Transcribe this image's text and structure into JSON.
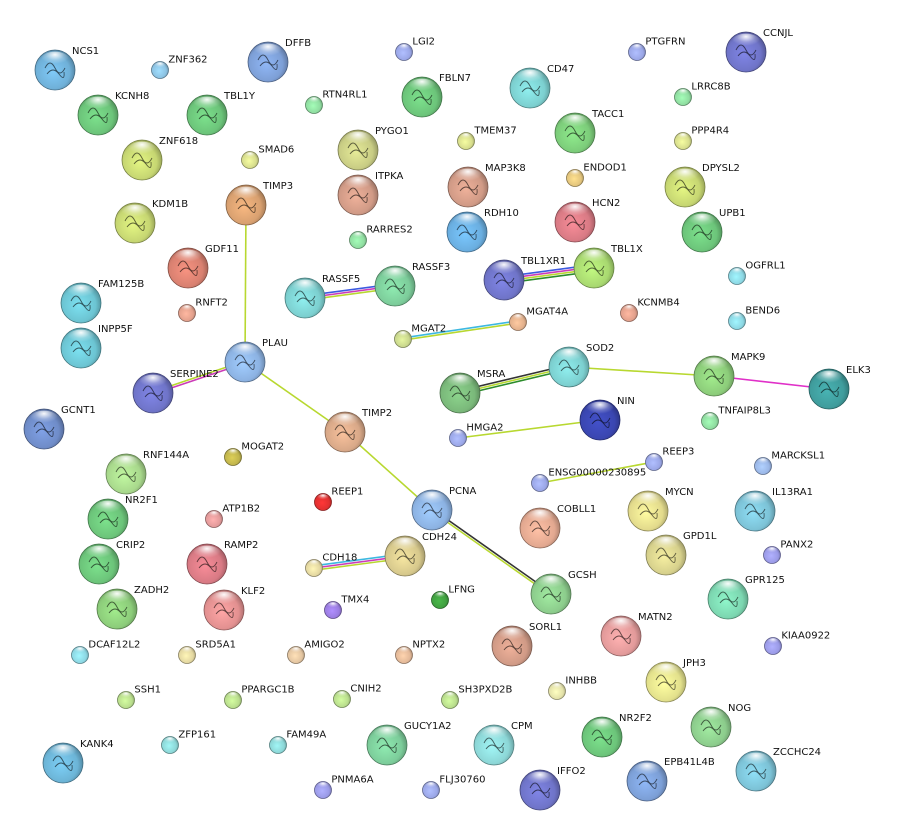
{
  "nodes": [
    {
      "id": "NCS1",
      "label": "NCS1",
      "color": "#6fb0d8",
      "size": "large"
    },
    {
      "id": "ZNF362",
      "label": "ZNF362",
      "color": "#8cc2e2",
      "size": "small"
    },
    {
      "id": "DFFB",
      "label": "DFFB",
      "color": "#7d9fd6",
      "size": "large"
    },
    {
      "id": "LGI2",
      "label": "LGI2",
      "color": "#9aa6e6",
      "size": "small"
    },
    {
      "id": "PTGFRN",
      "label": "PTGFRN",
      "color": "#9aa6e6",
      "size": "small"
    },
    {
      "id": "CCNJL",
      "label": "CCNJL",
      "color": "#6f74c8",
      "size": "large"
    },
    {
      "id": "KCNH8",
      "label": "KCNH8",
      "color": "#6cc47a",
      "size": "large"
    },
    {
      "id": "TBL1Y",
      "label": "TBL1Y",
      "color": "#6cc47a",
      "size": "large"
    },
    {
      "id": "RTN4RL1",
      "label": "RTN4RL1",
      "color": "#8fdca0",
      "size": "small"
    },
    {
      "id": "FBLN7",
      "label": "FBLN7",
      "color": "#6cc47a",
      "size": "large"
    },
    {
      "id": "CD47",
      "label": "CD47",
      "color": "#7ccfcf",
      "size": "large"
    },
    {
      "id": "LRRC8B",
      "label": "LRRC8B",
      "color": "#8fdca0",
      "size": "small"
    },
    {
      "id": "ZNF618",
      "label": "ZNF618",
      "color": "#c6d672",
      "size": "large"
    },
    {
      "id": "SMAD6",
      "label": "SMAD6",
      "color": "#d6dc8c",
      "size": "small"
    },
    {
      "id": "PYGO1",
      "label": "PYGO1",
      "color": "#c8cc84",
      "size": "large"
    },
    {
      "id": "TMEM37",
      "label": "TMEM37",
      "color": "#d6dc8c",
      "size": "small"
    },
    {
      "id": "TACC1",
      "label": "TACC1",
      "color": "#7ccc7a",
      "size": "large"
    },
    {
      "id": "PPP4R4",
      "label": "PPP4R4",
      "color": "#d6dc8c",
      "size": "small"
    },
    {
      "id": "TIMP3",
      "label": "TIMP3",
      "color": "#d8a070",
      "size": "large"
    },
    {
      "id": "ITPKA",
      "label": "ITPKA",
      "color": "#d09a86",
      "size": "large"
    },
    {
      "id": "MAP3K8",
      "label": "MAP3K8",
      "color": "#d09a86",
      "size": "large"
    },
    {
      "id": "ENDOD1",
      "label": "ENDOD1",
      "color": "#e2c47c",
      "size": "small"
    },
    {
      "id": "DPYSL2",
      "label": "DPYSL2",
      "color": "#c6d672",
      "size": "large"
    },
    {
      "id": "KDM1B",
      "label": "KDM1B",
      "color": "#c6d672",
      "size": "large"
    },
    {
      "id": "RDH10",
      "label": "RDH10",
      "color": "#6aaee0",
      "size": "large"
    },
    {
      "id": "HCN2",
      "label": "HCN2",
      "color": "#d87a84",
      "size": "large"
    },
    {
      "id": "UPB1",
      "label": "UPB1",
      "color": "#6cc47a",
      "size": "large"
    },
    {
      "id": "GDF11",
      "label": "GDF11",
      "color": "#d88070",
      "size": "large"
    },
    {
      "id": "RARRES2",
      "label": "RARRES2",
      "color": "#8fdca0",
      "size": "small"
    },
    {
      "id": "TBL1XR1",
      "label": "TBL1XR1",
      "color": "#6f74c8",
      "size": "large"
    },
    {
      "id": "TBL1X",
      "label": "TBL1X",
      "color": "#a8d870",
      "size": "large"
    },
    {
      "id": "OGFRL1",
      "label": "OGFRL1",
      "color": "#8cd6e2",
      "size": "small"
    },
    {
      "id": "FAM125B",
      "label": "FAM125B",
      "color": "#6cc4d2",
      "size": "large"
    },
    {
      "id": "RNFT2",
      "label": "RNFT2",
      "color": "#e2a08c",
      "size": "small"
    },
    {
      "id": "RASSF5",
      "label": "RASSF5",
      "color": "#7ccfcf",
      "size": "large"
    },
    {
      "id": "RASSF3",
      "label": "RASSF3",
      "color": "#7ccc9a",
      "size": "large"
    },
    {
      "id": "MGAT4A",
      "label": "MGAT4A",
      "color": "#e2b08c",
      "size": "small"
    },
    {
      "id": "KCNMB4",
      "label": "KCNMB4",
      "color": "#e2a08c",
      "size": "small"
    },
    {
      "id": "BEND6",
      "label": "BEND6",
      "color": "#8cd6e2",
      "size": "small"
    },
    {
      "id": "INPP5F",
      "label": "INPP5F",
      "color": "#6cc4d2",
      "size": "large"
    },
    {
      "id": "PLAU",
      "label": "PLAU",
      "color": "#8cb2e2",
      "size": "large"
    },
    {
      "id": "MGAT2",
      "label": "MGAT2",
      "color": "#c8d68c",
      "size": "small"
    },
    {
      "id": "SOD2",
      "label": "SOD2",
      "color": "#7ccfcf",
      "size": "large"
    },
    {
      "id": "MAPK9",
      "label": "MAPK9",
      "color": "#8ccc7a",
      "size": "large"
    },
    {
      "id": "ELK3",
      "label": "ELK3",
      "color": "#3f9c9c",
      "size": "large"
    },
    {
      "id": "SERPINE2",
      "label": "SERPINE2",
      "color": "#6f74c8",
      "size": "large"
    },
    {
      "id": "MSRA",
      "label": "MSRA",
      "color": "#7ab87a",
      "size": "large"
    },
    {
      "id": "TNFAIP8L3",
      "label": "TNFAIP8L3",
      "color": "#8fdca0",
      "size": "small"
    },
    {
      "id": "NIN",
      "label": "NIN",
      "color": "#3a46b0",
      "size": "large"
    },
    {
      "id": "GCNT1",
      "label": "GCNT1",
      "color": "#6f8cc8",
      "size": "large"
    },
    {
      "id": "TIMP2",
      "label": "TIMP2",
      "color": "#d8a888",
      "size": "large"
    },
    {
      "id": "HMGA2",
      "label": "HMGA2",
      "color": "#9aa6e6",
      "size": "small"
    },
    {
      "id": "MOGAT2",
      "label": "MOGAT2",
      "color": "#c0b44c",
      "size": "small"
    },
    {
      "id": "REEP3",
      "label": "REEP3",
      "color": "#9aa6e6",
      "size": "small"
    },
    {
      "id": "MARCKSL1",
      "label": "MARCKSL1",
      "color": "#9ab6e6",
      "size": "small"
    },
    {
      "id": "RNF144A",
      "label": "RNF144A",
      "color": "#a8d88c",
      "size": "large"
    },
    {
      "id": "ENSG00000230895",
      "label": "ENSG00000230895",
      "color": "#9aa6e6",
      "size": "small"
    },
    {
      "id": "REEP1",
      "label": "REEP1",
      "color": "#e03030",
      "size": "small"
    },
    {
      "id": "MYCN",
      "label": "MYCN",
      "color": "#e2da8c",
      "size": "large"
    },
    {
      "id": "IL13RA1",
      "label": "IL13RA1",
      "color": "#7cc2d6",
      "size": "large"
    },
    {
      "id": "NR2F1",
      "label": "NR2F1",
      "color": "#6cc47a",
      "size": "large"
    },
    {
      "id": "ATP1B2",
      "label": "ATP1B2",
      "color": "#e29a9a",
      "size": "small"
    },
    {
      "id": "PCNA",
      "label": "PCNA",
      "color": "#8cb2e2",
      "size": "large"
    },
    {
      "id": "COBLL1",
      "label": "COBLL1",
      "color": "#e2a890",
      "size": "large"
    },
    {
      "id": "GPD1L",
      "label": "GPD1L",
      "color": "#d6d08c",
      "size": "large"
    },
    {
      "id": "PANX2",
      "label": "PANX2",
      "color": "#9a9ae6",
      "size": "small"
    },
    {
      "id": "CRIP2",
      "label": "CRIP2",
      "color": "#6cc47a",
      "size": "large"
    },
    {
      "id": "RAMP2",
      "label": "RAMP2",
      "color": "#d87a84",
      "size": "large"
    },
    {
      "id": "CDH18",
      "label": "CDH18",
      "color": "#e2d6a0",
      "size": "small"
    },
    {
      "id": "CDH24",
      "label": "CDH24",
      "color": "#d6c88c",
      "size": "large"
    },
    {
      "id": "GCSH",
      "label": "GCSH",
      "color": "#8ccc8c",
      "size": "large"
    },
    {
      "id": "GPR125",
      "label": "GPR125",
      "color": "#7cd6b0",
      "size": "large"
    },
    {
      "id": "ZADH2",
      "label": "ZADH2",
      "color": "#8ccc7a",
      "size": "large"
    },
    {
      "id": "KLF2",
      "label": "KLF2",
      "color": "#e29090",
      "size": "large"
    },
    {
      "id": "TMX4",
      "label": "TMX4",
      "color": "#9a7ce0",
      "size": "small"
    },
    {
      "id": "LFNG",
      "label": "LFNG",
      "color": "#40a040",
      "size": "small"
    },
    {
      "id": "MATN2",
      "label": "MATN2",
      "color": "#e29a9a",
      "size": "large"
    },
    {
      "id": "KIAA0922",
      "label": "KIAA0922",
      "color": "#9a9ae6",
      "size": "small"
    },
    {
      "id": "DCAF12L2",
      "label": "DCAF12L2",
      "color": "#8cd6e2",
      "size": "small"
    },
    {
      "id": "SRD5A1",
      "label": "SRD5A1",
      "color": "#e2d6a0",
      "size": "small"
    },
    {
      "id": "AMIGO2",
      "label": "AMIGO2",
      "color": "#e2c4a0",
      "size": "small"
    },
    {
      "id": "NPTX2",
      "label": "NPTX2",
      "color": "#e2b898",
      "size": "small"
    },
    {
      "id": "SORL1",
      "label": "SORL1",
      "color": "#d09a86",
      "size": "large"
    },
    {
      "id": "JPH3",
      "label": "JPH3",
      "color": "#e2e08c",
      "size": "large"
    },
    {
      "id": "SSH1",
      "label": "SSH1",
      "color": "#b8dc8c",
      "size": "small"
    },
    {
      "id": "PPARGC1B",
      "label": "PPARGC1B",
      "color": "#b8dc8c",
      "size": "small"
    },
    {
      "id": "CNIH2",
      "label": "CNIH2",
      "color": "#b8dc8c",
      "size": "small"
    },
    {
      "id": "SH3PXD2B",
      "label": "SH3PXD2B",
      "color": "#b8dc8c",
      "size": "small"
    },
    {
      "id": "INHBB",
      "label": "INHBB",
      "color": "#e2e0a8",
      "size": "small"
    },
    {
      "id": "NOG",
      "label": "NOG",
      "color": "#8ccc8c",
      "size": "large"
    },
    {
      "id": "KANK4",
      "label": "KANK4",
      "color": "#6cb4d6",
      "size": "large"
    },
    {
      "id": "ZFP161",
      "label": "ZFP161",
      "color": "#8cd6d6",
      "size": "small"
    },
    {
      "id": "FAM49A",
      "label": "FAM49A",
      "color": "#8cd6d6",
      "size": "small"
    },
    {
      "id": "GUCY1A2",
      "label": "GUCY1A2",
      "color": "#7ccc9a",
      "size": "large"
    },
    {
      "id": "CPM",
      "label": "CPM",
      "color": "#8cd6d6",
      "size": "large"
    },
    {
      "id": "NR2F2",
      "label": "NR2F2",
      "color": "#6cc47a",
      "size": "large"
    },
    {
      "id": "ZCCHC24",
      "label": "ZCCHC24",
      "color": "#7cc2d6",
      "size": "large"
    },
    {
      "id": "PNMA6A",
      "label": "PNMA6A",
      "color": "#9a9ae6",
      "size": "small"
    },
    {
      "id": "FLJ30760",
      "label": "FLJ30760",
      "color": "#9aa6e6",
      "size": "small"
    },
    {
      "id": "IFFO2",
      "label": "IFFO2",
      "color": "#6f74c8",
      "size": "large"
    },
    {
      "id": "EPB41L4B",
      "label": "EPB41L4B",
      "color": "#7c9fd6",
      "size": "large"
    }
  ],
  "edges": [
    {
      "from": "TIMP3",
      "to": "PLAU",
      "colors": [
        "#b8d830"
      ]
    },
    {
      "from": "PLAU",
      "to": "TIMP2",
      "colors": [
        "#b8d830"
      ]
    },
    {
      "from": "PLAU",
      "to": "SERPINE2",
      "colors": [
        "#cc3cb8",
        "#b8d830"
      ]
    },
    {
      "from": "TIMP2",
      "to": "PCNA",
      "colors": [
        "#b8d830"
      ]
    },
    {
      "from": "PCNA",
      "to": "GCSH",
      "colors": [
        "#333333",
        "#b8d830"
      ]
    },
    {
      "from": "RASSF5",
      "to": "RASSF3",
      "colors": [
        "#3c5ae0",
        "#cc3cb8",
        "#b8d830"
      ]
    },
    {
      "from": "TBL1XR1",
      "to": "TBL1X",
      "colors": [
        "#3c5ae0",
        "#cc3cb8",
        "#b8d830",
        "#2c8c2c"
      ]
    },
    {
      "from": "MGAT2",
      "to": "MGAT4A",
      "colors": [
        "#3cb8e0",
        "#b8d830"
      ]
    },
    {
      "from": "MSRA",
      "to": "SOD2",
      "colors": [
        "#333333",
        "#b8d830",
        "#2c8c2c"
      ]
    },
    {
      "from": "SOD2",
      "to": "MAPK9",
      "colors": [
        "#b8d830"
      ]
    },
    {
      "from": "MAPK9",
      "to": "ELK3",
      "colors": [
        "#e030c8"
      ]
    },
    {
      "from": "HMGA2",
      "to": "NIN",
      "colors": [
        "#b8d830"
      ]
    },
    {
      "from": "ENSG00000230895",
      "to": "REEP3",
      "colors": [
        "#b8d830"
      ]
    },
    {
      "from": "CDH18",
      "to": "CDH24",
      "colors": [
        "#3cb8e0",
        "#cc3cb8",
        "#b8d830"
      ]
    }
  ]
}
